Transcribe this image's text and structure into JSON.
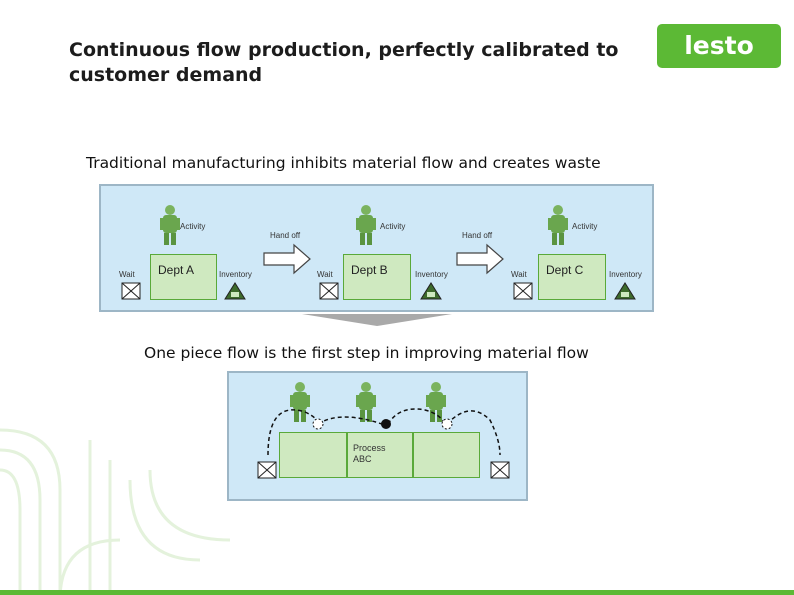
{
  "title": "Continuous flow production, perfectly calibrated to customer demand",
  "logo_text": "lesto",
  "heading_top": "Traditional manufacturing inhibits material flow and creates waste",
  "heading_bottom": "One piece flow is the first step in improving material flow",
  "departments": [
    {
      "name": "Dept A",
      "activity": "Activity",
      "wait": "Wait",
      "inventory": "Inventory"
    },
    {
      "name": "Dept B",
      "activity": "Activity",
      "wait": "Wait",
      "inventory": "Inventory"
    },
    {
      "name": "Dept C",
      "activity": "Activity",
      "wait": "Wait",
      "inventory": "Inventory"
    }
  ],
  "handoffs": [
    "Hand off",
    "Hand off"
  ],
  "process": {
    "label": "Process ABC"
  },
  "colors": {
    "brand_green": "#5cb935",
    "panel_blue": "#cfe8f7",
    "dept_green": "#cfe9c0",
    "decor_lines": "#e4f2dc"
  }
}
